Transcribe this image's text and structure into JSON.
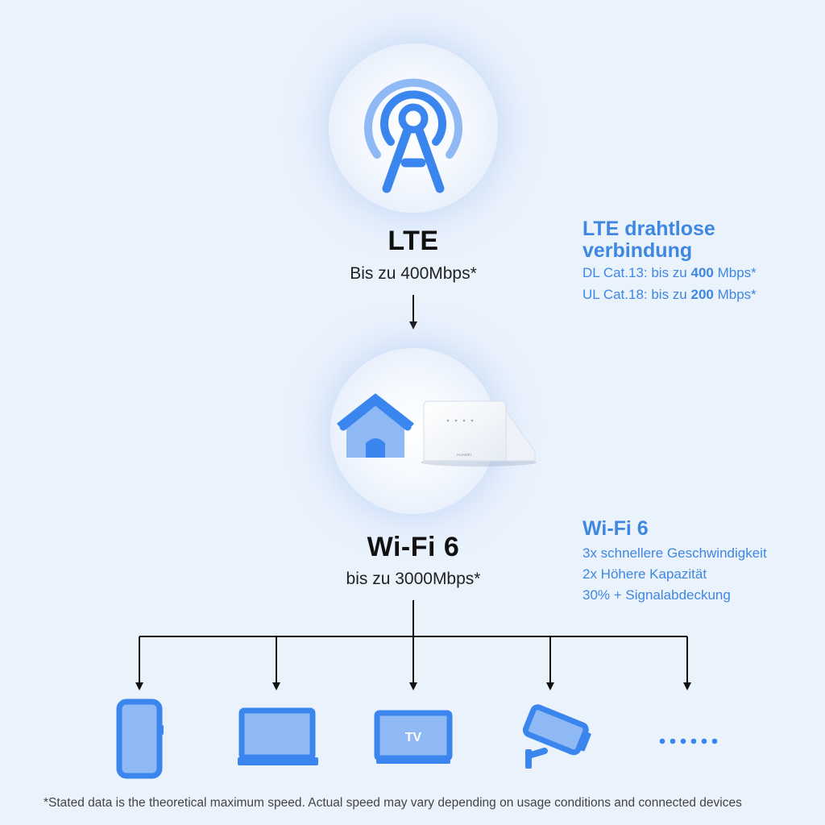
{
  "lte": {
    "title": "LTE",
    "subtitle": "Bis zu 400Mbps*",
    "icon": "cell-tower-icon"
  },
  "lte_info": {
    "heading_line1": "LTE drahtlose",
    "heading_line2": "verbindung",
    "dl_prefix": "DL Cat.13: bis zu ",
    "dl_value": "400",
    "dl_unit": " Mbps*",
    "ul_prefix": "UL Cat.18: bis zu ",
    "ul_value": "200",
    "ul_unit": " Mbps*"
  },
  "router": {
    "icons": [
      "house-icon",
      "router-device-icon"
    ],
    "brand_text": "HUAWEI"
  },
  "wifi": {
    "title": "Wi-Fi 6",
    "subtitle": "bis zu 3000Mbps*"
  },
  "wifi_info": {
    "heading": "Wi-Fi 6",
    "features": [
      "3x schnellere Geschwindigkeit",
      "2x Höhere Kapazität",
      "30% + Signalabdeckung"
    ]
  },
  "devices": [
    {
      "icon": "smartphone-icon"
    },
    {
      "icon": "laptop-icon"
    },
    {
      "icon": "tv-icon",
      "label": "TV"
    },
    {
      "icon": "security-camera-icon"
    },
    {
      "icon": "more-dots-icon"
    }
  ],
  "footnote": "*Stated data is the theoretical maximum speed. Actual speed may vary depending on usage conditions and connected devices",
  "colors": {
    "accent": "#3f87e0",
    "icon_fill": "#8fb9f5",
    "icon_stroke": "#3a86ee",
    "background": "#eaf2fc"
  }
}
